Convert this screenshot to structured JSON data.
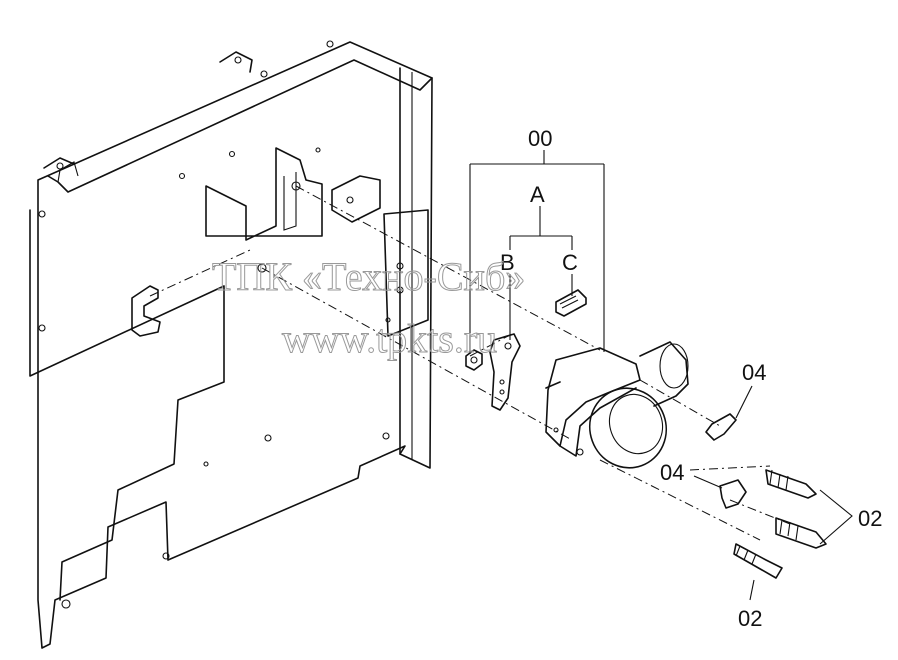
{
  "diagram": {
    "callouts": {
      "assembly": "00",
      "group_a": "A",
      "group_b": "B",
      "group_c": "C",
      "clip_upper": "04",
      "clip_lower": "04",
      "bolt_right": "02",
      "bolt_bottom": "02"
    },
    "watermark": {
      "line1": "ТПК «Техно-Сиб»",
      "line2": "www.tpkts.ru"
    }
  }
}
